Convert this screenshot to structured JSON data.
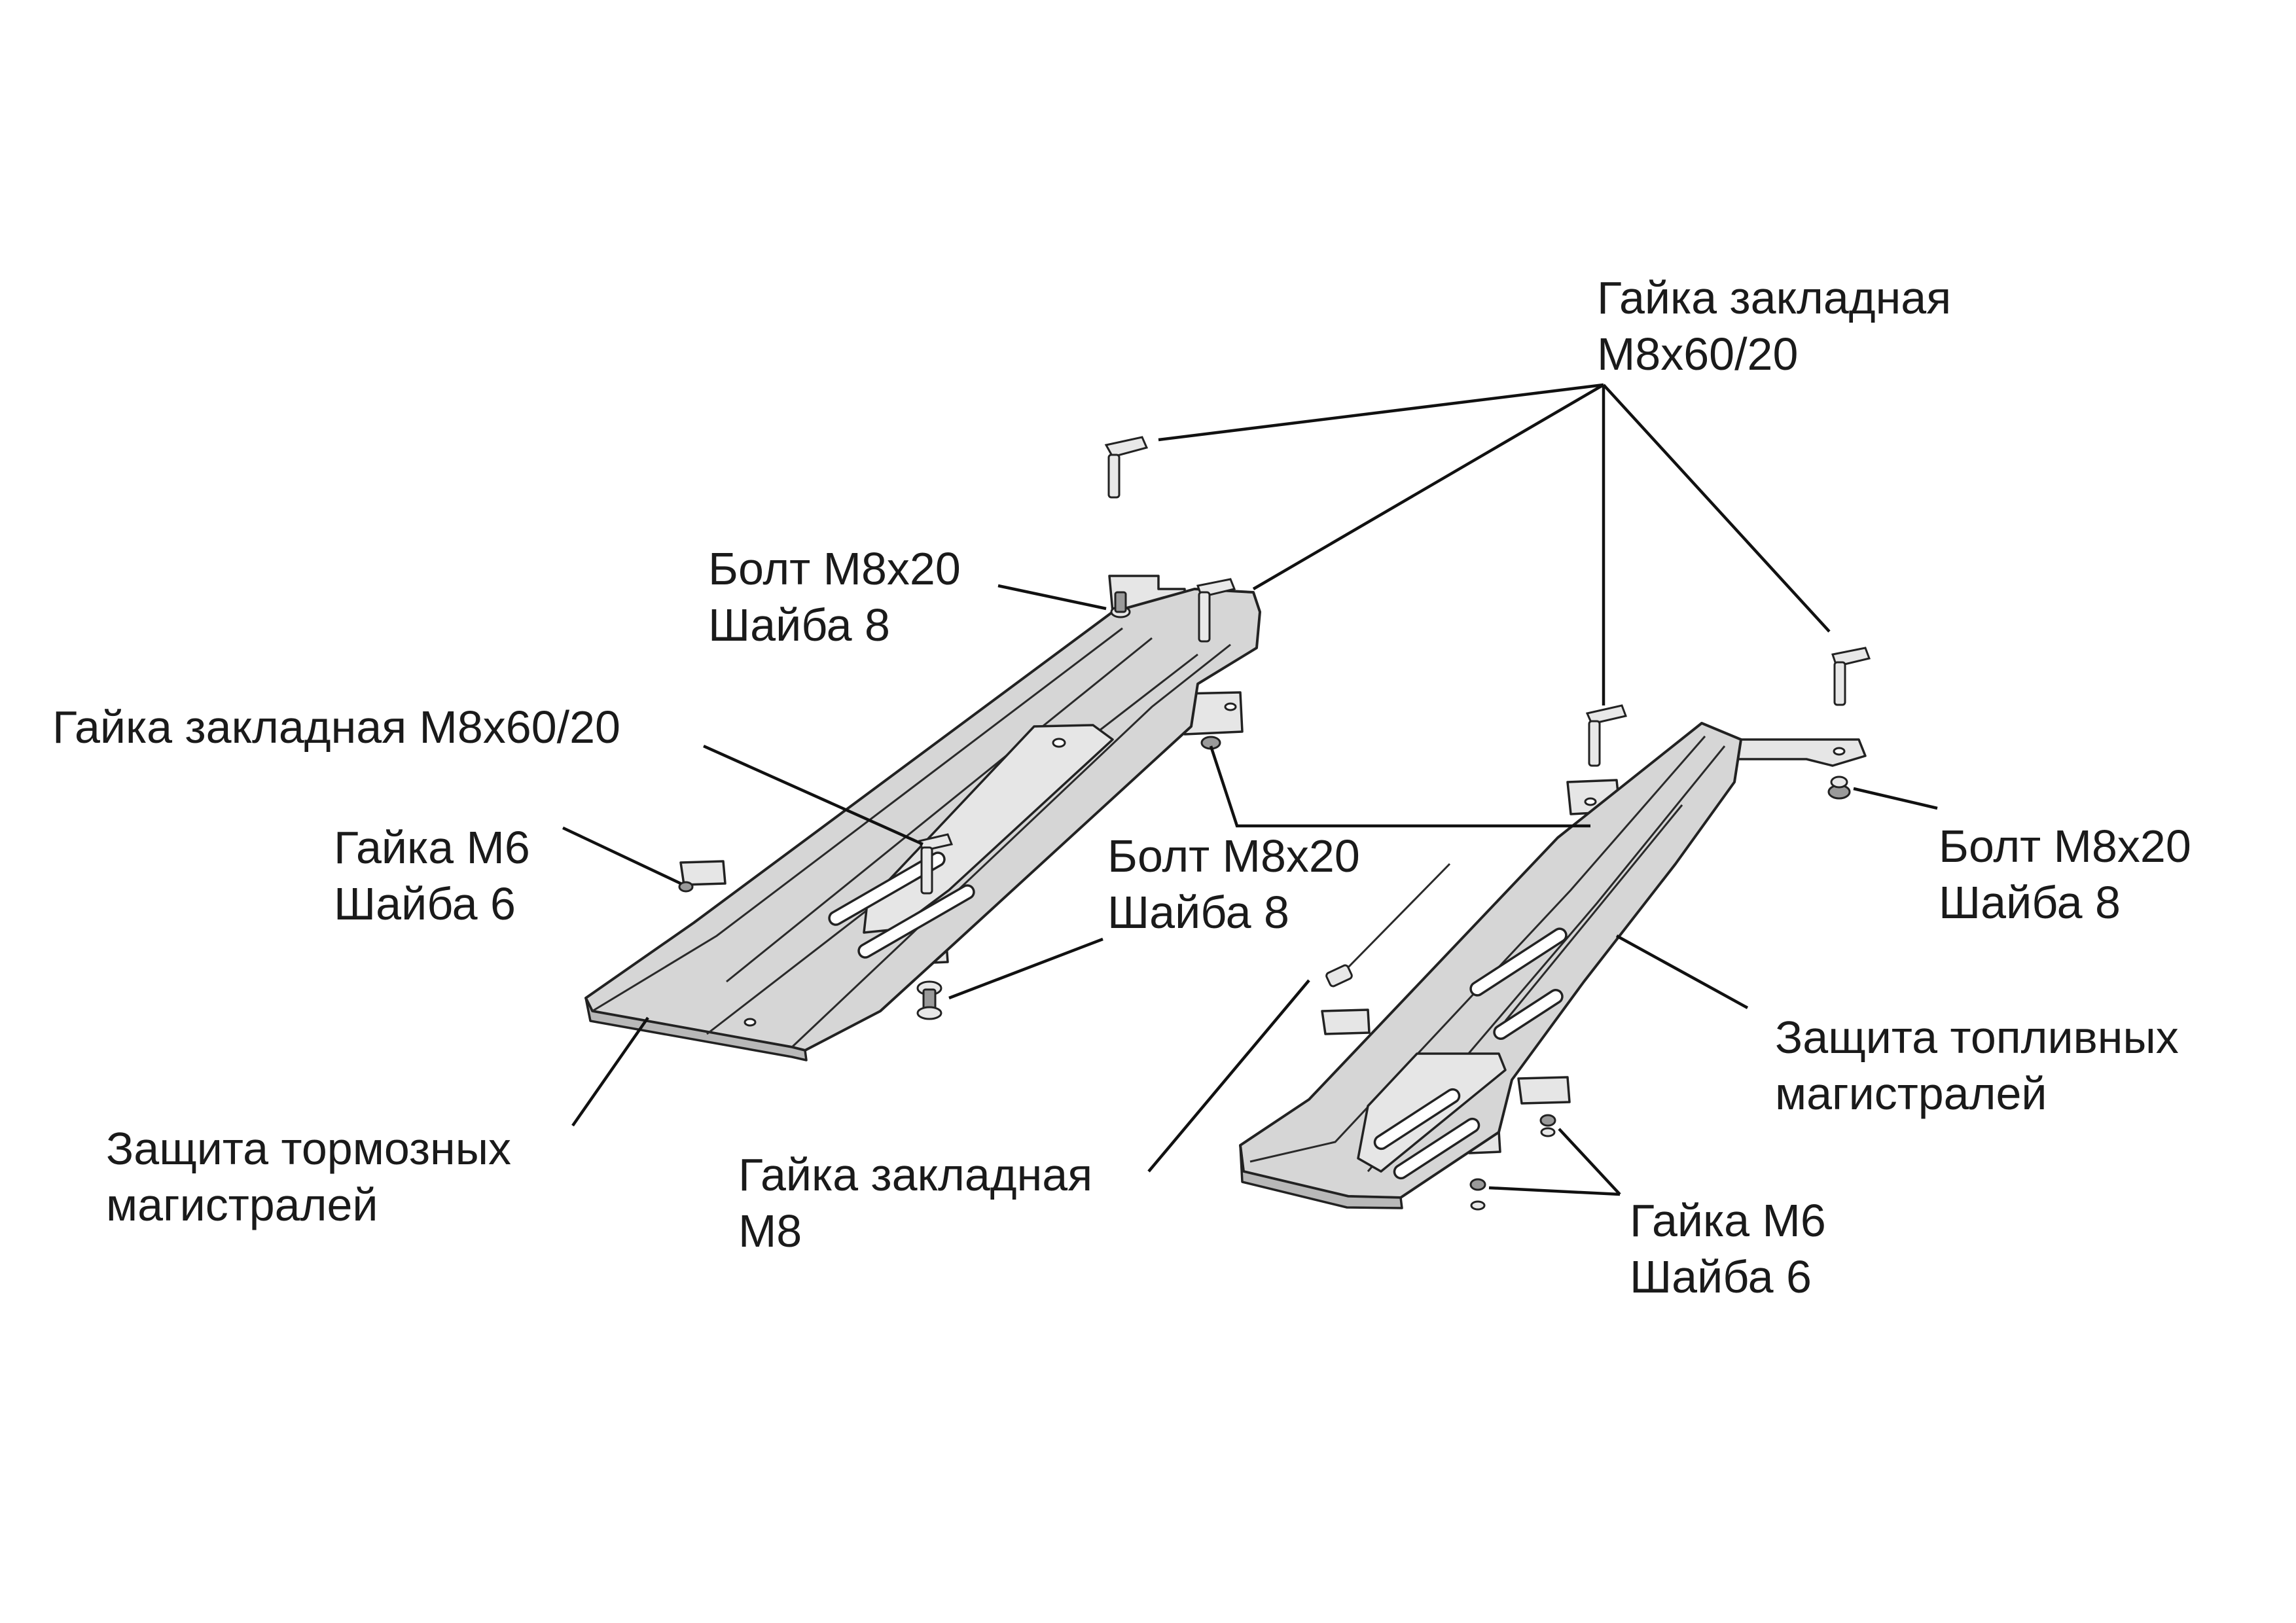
{
  "labels": {
    "embedded_nut_m8x60_top": [
      "Гайка закладная",
      "М8х60/20"
    ],
    "bolt_left_top": [
      "Болт М8х20",
      "Шайба 8"
    ],
    "embedded_nut_m8x60_left": [
      "Гайка закладная М8х60/20"
    ],
    "nut_m6_left": [
      "Гайка М6",
      "Шайба 6"
    ],
    "bolt_center": [
      "Болт М8х20",
      "Шайба 8"
    ],
    "bolt_right": [
      "Болт М8х20",
      "Шайба 8"
    ],
    "fuel_line_guard": [
      "Защита топливных",
      "магистралей"
    ],
    "brake_line_guard": [
      "Защита тормозных",
      "магистралей"
    ],
    "embedded_nut_m8": [
      "Гайка закладная",
      "М8"
    ],
    "nut_m6_right": [
      "Гайка М6",
      "Шайба 6"
    ]
  }
}
